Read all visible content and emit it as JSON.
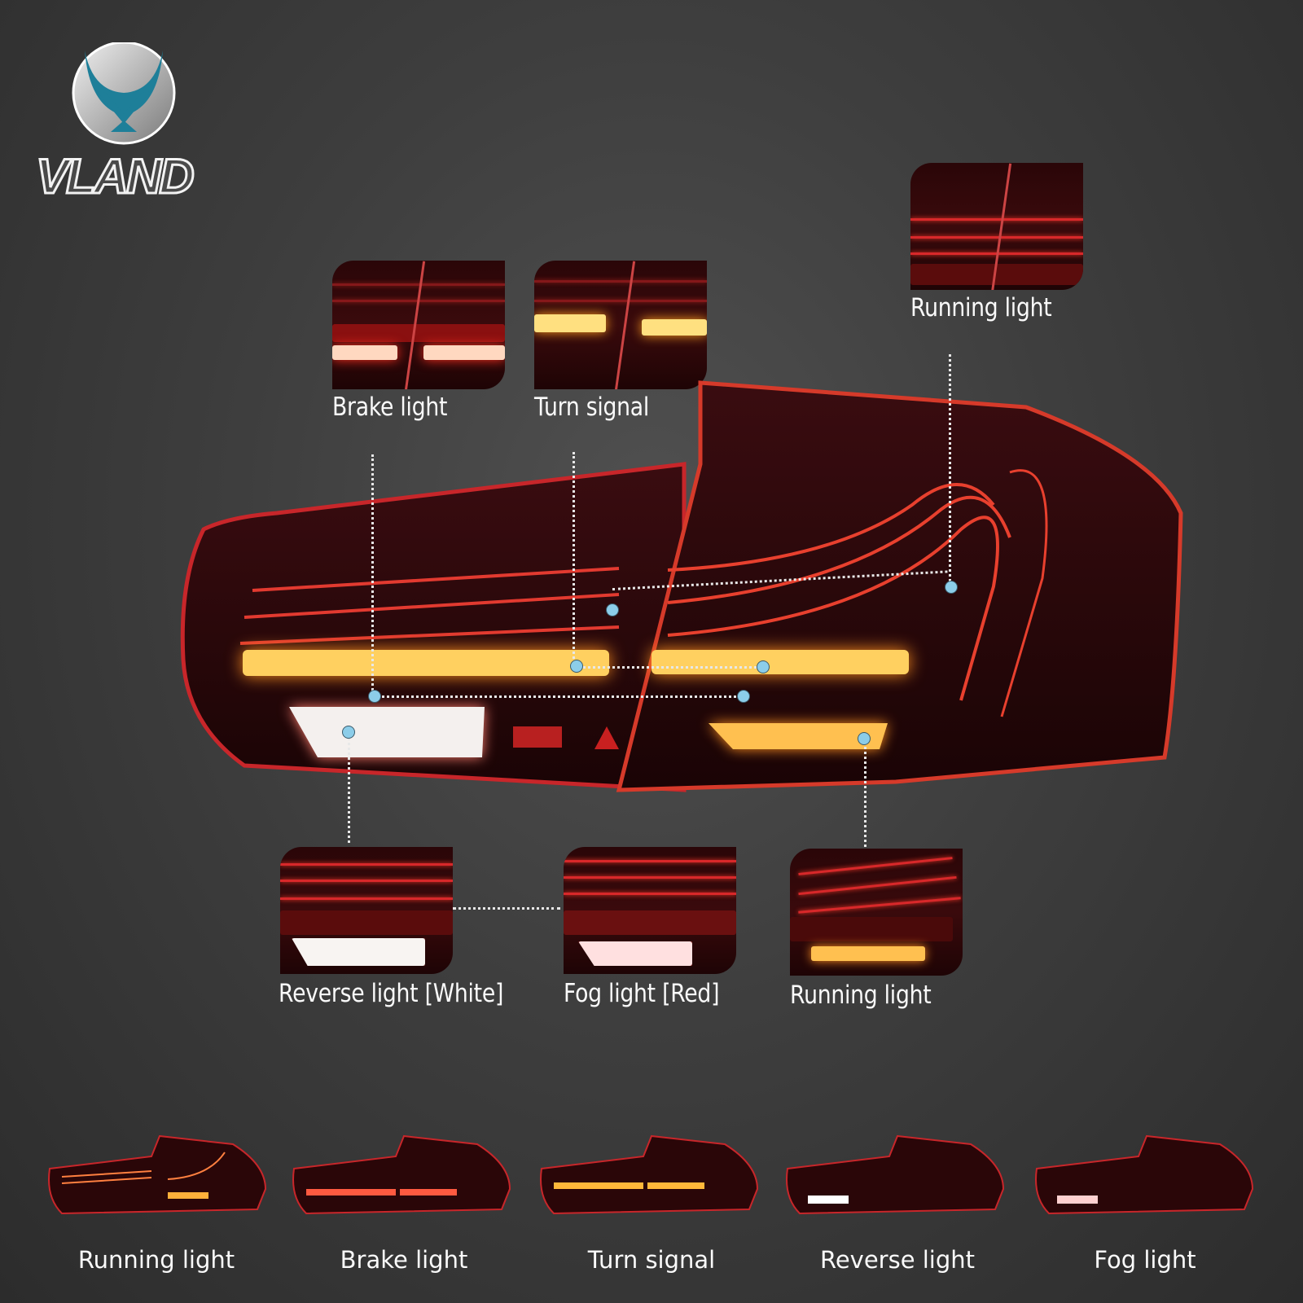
{
  "brand": {
    "name": "VLAND",
    "logo_colors": {
      "teal": "#1e7f99",
      "silver": "#c8c8c8"
    }
  },
  "callouts": {
    "top": [
      {
        "label": "Brake light"
      },
      {
        "label": "Turn signal"
      },
      {
        "label": "Running light"
      }
    ],
    "middle": [
      {
        "label": "Reverse light [White]"
      },
      {
        "label": "Fog light [Red]"
      },
      {
        "label": "Running light"
      }
    ]
  },
  "modes": [
    {
      "label": "Running light",
      "glow": "#ffb03a"
    },
    {
      "label": "Brake light",
      "glow": "#ff3a2a"
    },
    {
      "label": "Turn signal",
      "glow": "#ffb83a"
    },
    {
      "label": "Reverse light",
      "glow": "#ffffff"
    },
    {
      "label": "Fog light",
      "glow": "#ffd0d0"
    }
  ],
  "colors": {
    "background": "#3e3e3e",
    "lamp_red": "#d8282a",
    "amber": "#ffc040",
    "dot": "#8ccde9"
  }
}
